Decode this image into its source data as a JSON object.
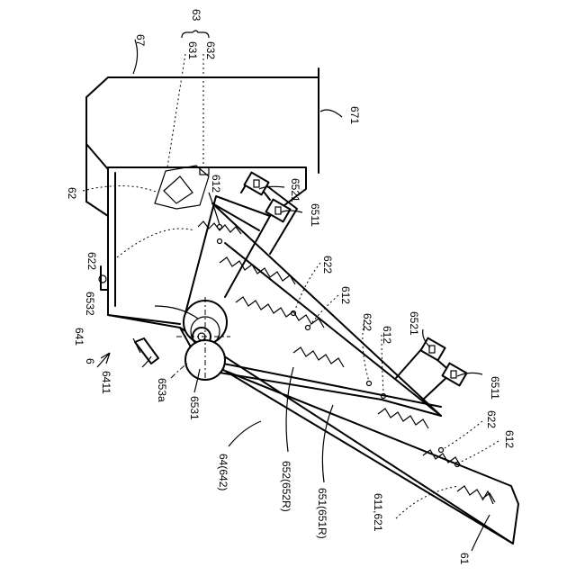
{
  "labels": {
    "l6": "6",
    "l61": "61",
    "l611_621": "611,621",
    "l612_top": "612",
    "l612_mid": "612",
    "l612_lower": "612",
    "l612_bottom": "612",
    "l62": "62",
    "l622_top": "622",
    "l622_mid": "622",
    "l622_lower": "622",
    "l622_bottom": "622",
    "l63": "63",
    "l631": "631",
    "l632": "632",
    "l64_642": "64(642)",
    "l641": "641",
    "l6411": "6411",
    "l651": "651(651R)",
    "l652": "652(652R)",
    "l6511_top": "6511",
    "l6511_bottom": "6511",
    "l6521_top": "6521",
    "l6521_bottom": "6521",
    "l6531": "6531",
    "l6532": "6532",
    "l653a": "653a",
    "l67": "67",
    "l671": "671"
  }
}
